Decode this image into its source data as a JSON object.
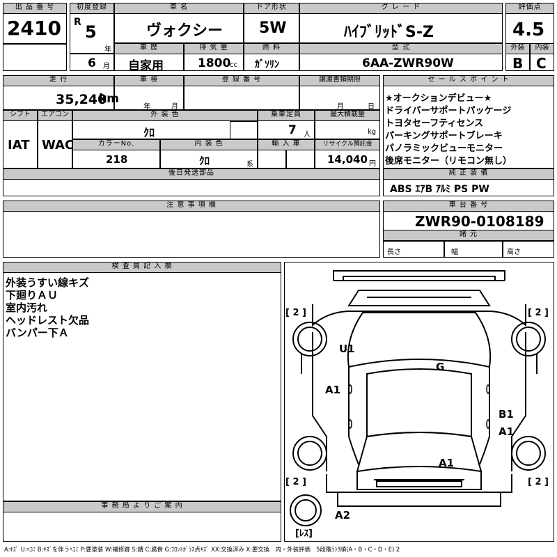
{
  "header": {
    "lot_no_label": "出 品 番 号",
    "lot_no": "2410",
    "first_reg_label": "初度登録",
    "era": "R",
    "year": "5",
    "year_unit": "年",
    "month": "6",
    "month_unit": "月",
    "car_name_label": "車 名",
    "car_name": "ヴォクシー",
    "history_label": "車 歴",
    "history": "自家用",
    "displacement_label": "排 気 量",
    "displacement": "1800",
    "displacement_unit": "cc",
    "door_label": "ドア形状",
    "door": "5W",
    "fuel_label": "燃 料",
    "fuel": "ｶﾞｿﾘﾝ",
    "grade_label": "グ レ ー ド",
    "grade": "ﾊｲﾌﾞﾘｯﾄﾞS-Z",
    "model_label": "型 式",
    "model": "6AA-ZWR90W",
    "score_label": "評価点",
    "score": "4.5",
    "ext_label": "外装",
    "ext": "B",
    "int_label": "内装",
    "int": "C"
  },
  "row2": {
    "mileage_label": "走 行",
    "mileage": "35,240",
    "mileage_unit": "km",
    "inspection_label": "車 検",
    "year_unit": "年",
    "month_unit": "月",
    "reg_no_label": "登 録 番 号",
    "transfer_label": "譲渡書類期限",
    "day_unit": "日",
    "shift_label": "シフト",
    "shift": "IAT",
    "ac_label": "エアコン",
    "ac": "WAC",
    "ext_color_label": "外 装 色",
    "ext_color": "ｸﾛ",
    "capacity_label": "乗車定員",
    "capacity": "7",
    "capacity_unit": "人",
    "load_label": "最大積載量",
    "load_unit": "kg",
    "color_no_label": "カラーNo.",
    "color_no": "218",
    "int_color_label": "内 装 色",
    "int_color": "ｸﾛ",
    "int_color_unit": "系",
    "import_label": "輸 入 車",
    "recycle_label": "リサイクル預託金",
    "recycle": "14,040",
    "recycle_unit": "円",
    "later_parts_label": "後日発送部品"
  },
  "sales_points": {
    "label": "セ ー ル ス ポ イ ン ト",
    "items": [
      "★オークションデビュー★",
      "ドライバーサポートパッケージ",
      "トヨタセーフティセンス",
      "パーキングサポートブレーキ",
      "パノラミックビューモニター",
      "後席モニター（リモコン無し）"
    ]
  },
  "equipment": {
    "label": "純 正 装 備",
    "value": "ABS ｴｱB ｱﾙﾐ PS PW"
  },
  "notes": {
    "label": "注 意 事 項 欄"
  },
  "chassis": {
    "label": "車 台 番 号",
    "value": "ZWR90-0108189",
    "dims_label": "諸 元",
    "length_label": "長さ",
    "width_label": "幅",
    "height_label": "高さ"
  },
  "inspector": {
    "label": "検 査 員 記 入 欄",
    "lines": [
      "外装うすい線キズ",
      "下廻りＡＵ",
      "室内汚れ",
      "ヘッドレスト欠品",
      "バンパー下Ａ"
    ]
  },
  "office": {
    "label": "事 務 局 よ り ご 案 内"
  },
  "diagram": {
    "tire_fl": "[ 2 ]",
    "tire_fr": "[ 2 ]",
    "tire_rl": "[ 2 ]",
    "tire_rr": "[ 2 ]",
    "spare": "[ﾚｽ]",
    "marks": [
      "U1",
      "G",
      "A1",
      "B1",
      "A1",
      "A1",
      "A2"
    ]
  },
  "legend": "A:ｷｽﾞ U:ﾍｺﾐ B:ｷｽﾞを伴うﾍｺﾐ P:要塗装 W:補修跡 S:錆 C:腐食 G:ﾌﾛﾝﾄｶﾞﾗｽ点ｷｽﾞ XX:交換済み X:要交換　内・外装評価　5段階ﾗﾝｸ順(A・B・C・D・E) 2"
}
